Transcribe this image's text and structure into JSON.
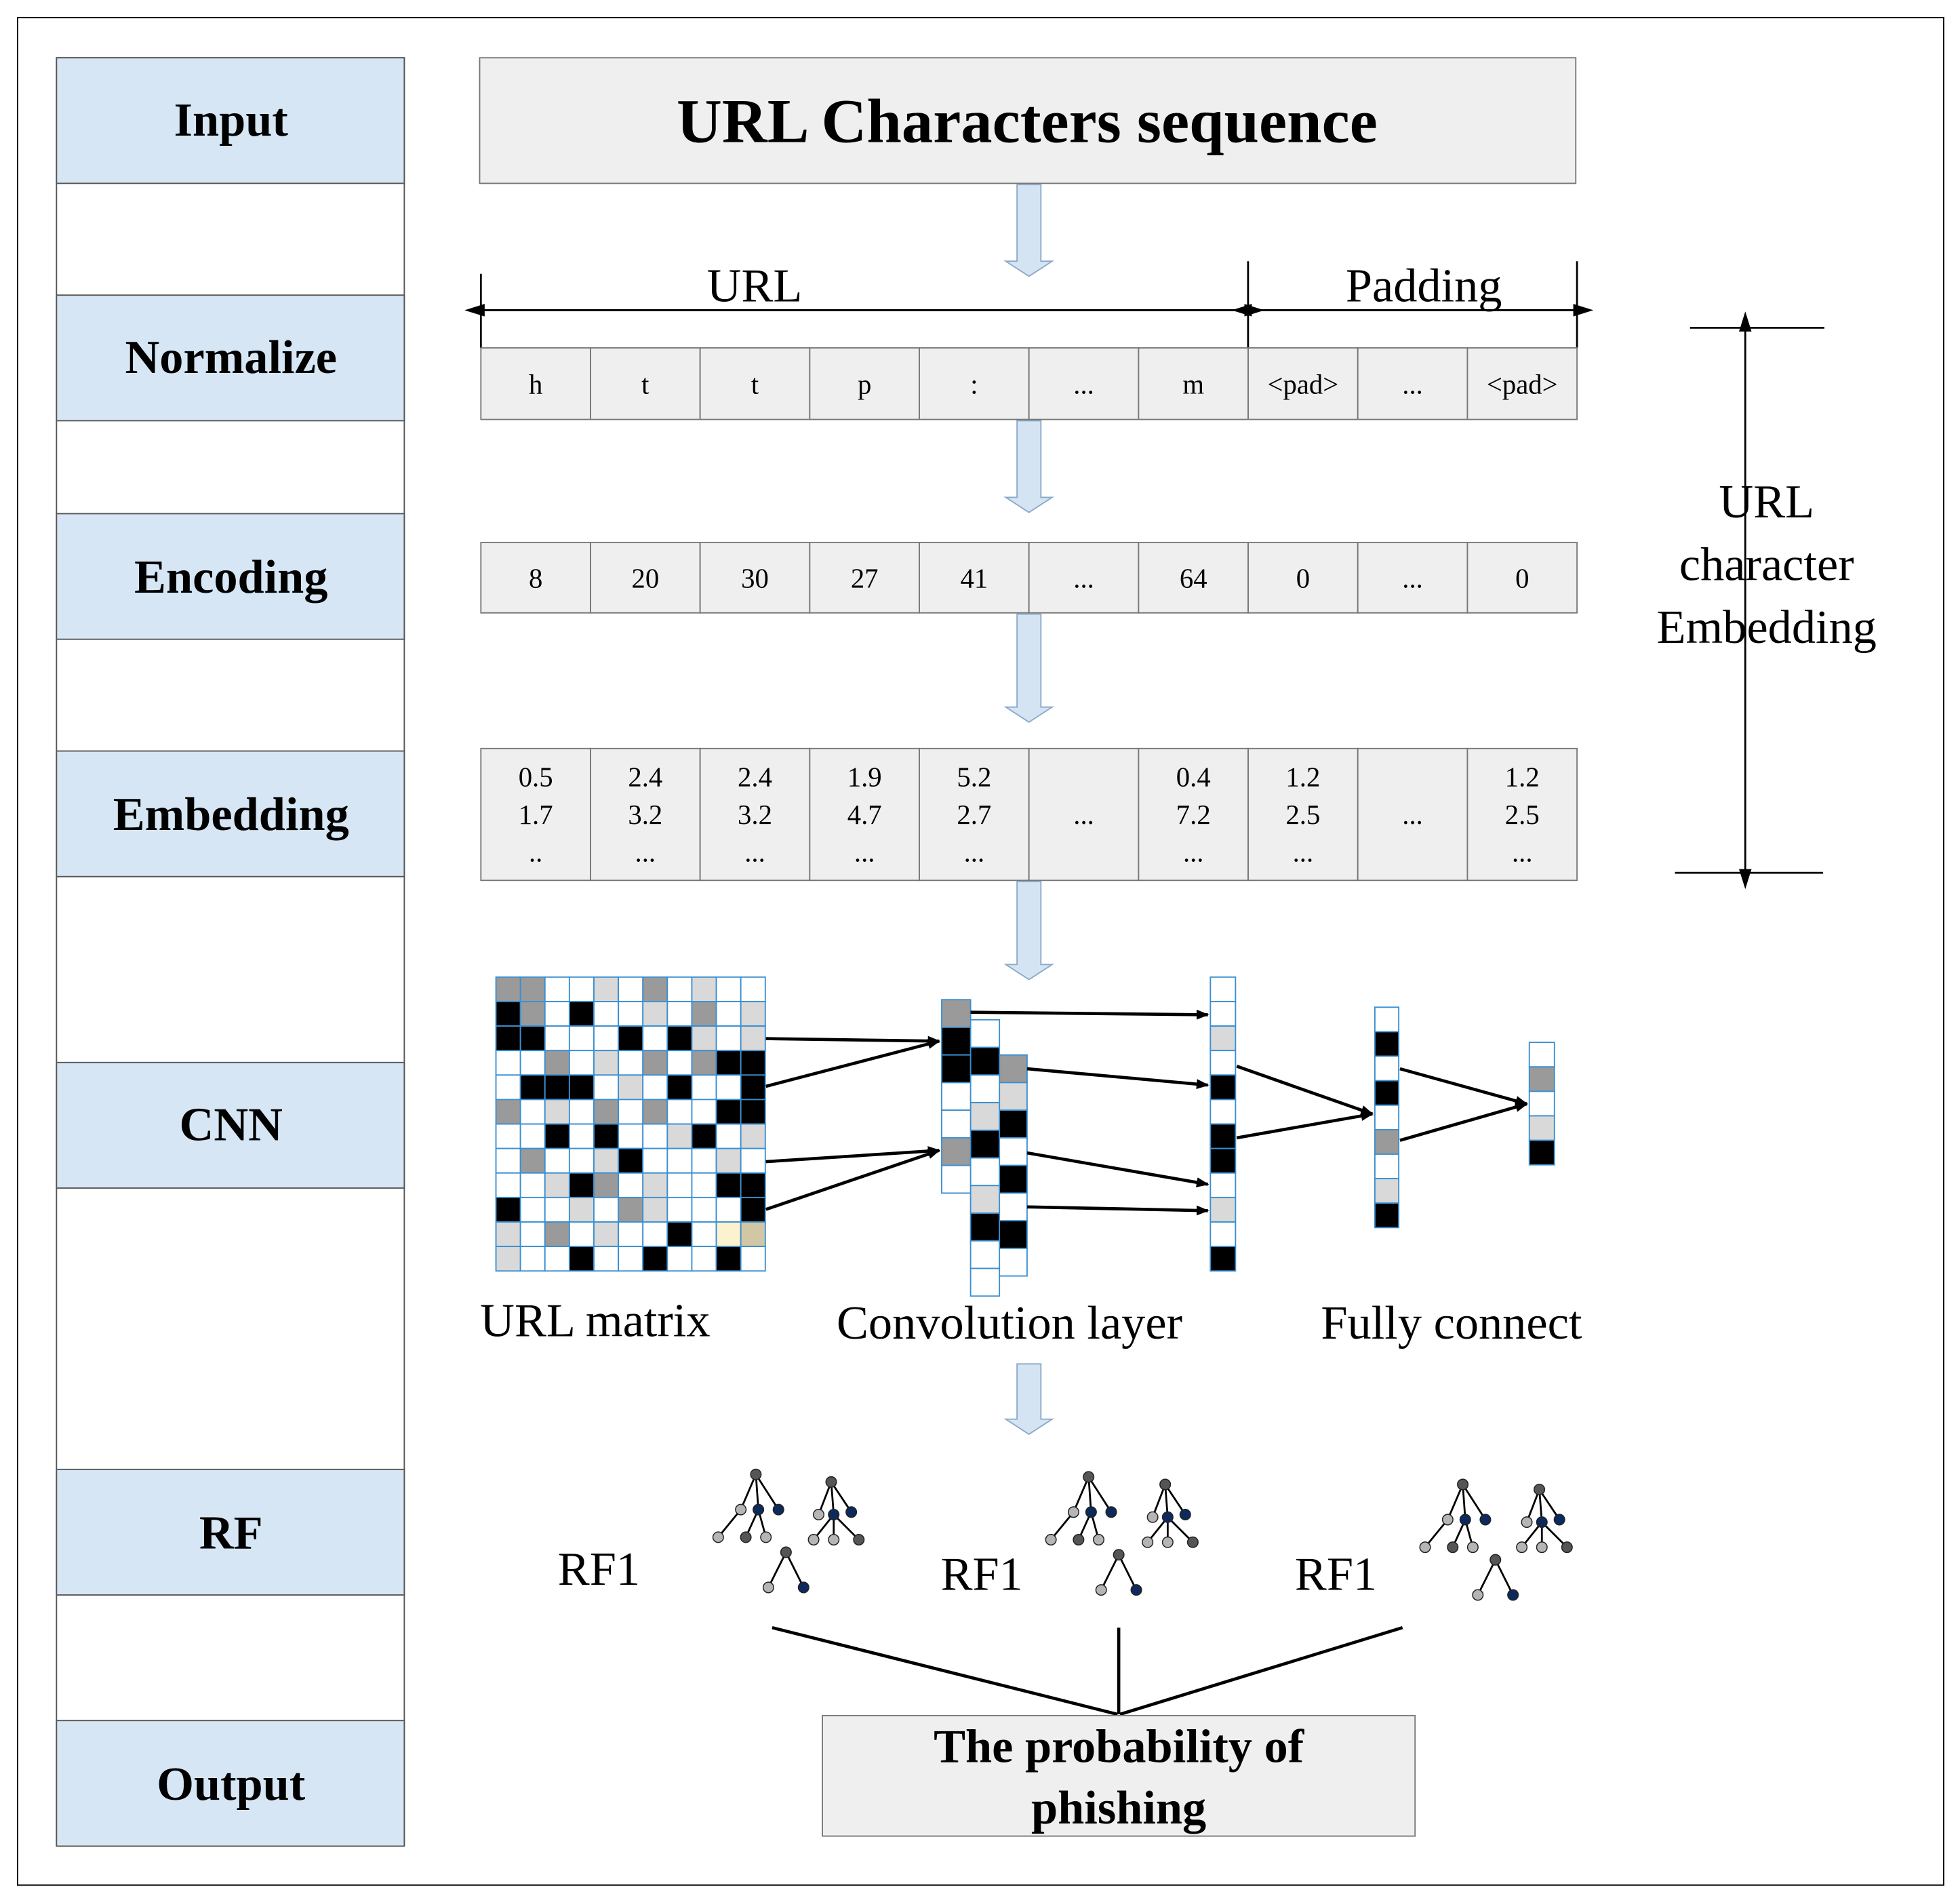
{
  "stages": [
    "Input",
    "Normalize",
    "Encoding",
    "Embedding",
    "CNN",
    "RF",
    "Output"
  ],
  "input_box": "URL Characters sequence",
  "url_label": "URL",
  "padding_label": "Padding",
  "normalize_cells": [
    "h",
    "t",
    "t",
    "p",
    ":",
    "...",
    "m",
    "<pad>",
    "...",
    "<pad>"
  ],
  "encoding_cells": [
    "8",
    "20",
    "30",
    "27",
    "41",
    "...",
    "64",
    "0",
    "...",
    "0"
  ],
  "embedding_cells": [
    [
      "0.5",
      "1.7",
      ".."
    ],
    [
      "2.4",
      "3.2",
      "..."
    ],
    [
      "2.4",
      "3.2",
      "..."
    ],
    [
      "1.9",
      "4.7",
      "..."
    ],
    [
      "5.2",
      "2.7",
      "..."
    ],
    [
      "",
      "...",
      ""
    ],
    [
      "0.4",
      "7.2",
      "..."
    ],
    [
      "1.2",
      "2.5",
      "..."
    ],
    [
      "",
      "...",
      ""
    ],
    [
      "1.2",
      "2.5",
      "..."
    ]
  ],
  "side_label": [
    "URL",
    "character",
    "Embedding"
  ],
  "cnn_labels": {
    "matrix": "URL matrix",
    "conv": "Convolution layer",
    "fc": "Fully connect"
  },
  "rf_labels": [
    "RF1",
    "RF1",
    "RF1"
  ],
  "output_box": [
    "The probability of",
    "phishing"
  ],
  "colors": {
    "stage_fill": "#d6e6f4",
    "box_fill": "#efefef",
    "arrow_fill": "#d5e4f3",
    "cell_border": "#3b8fd0",
    "black": "#000000",
    "dark_gray": "#9a9a9a",
    "light_gray": "#d9d9d9",
    "cream": "#fdf2d0",
    "tan": "#d2c7a4",
    "node_dark": "#555555",
    "node_navy": "#0d2a5c",
    "node_light": "#b5b5b5"
  }
}
